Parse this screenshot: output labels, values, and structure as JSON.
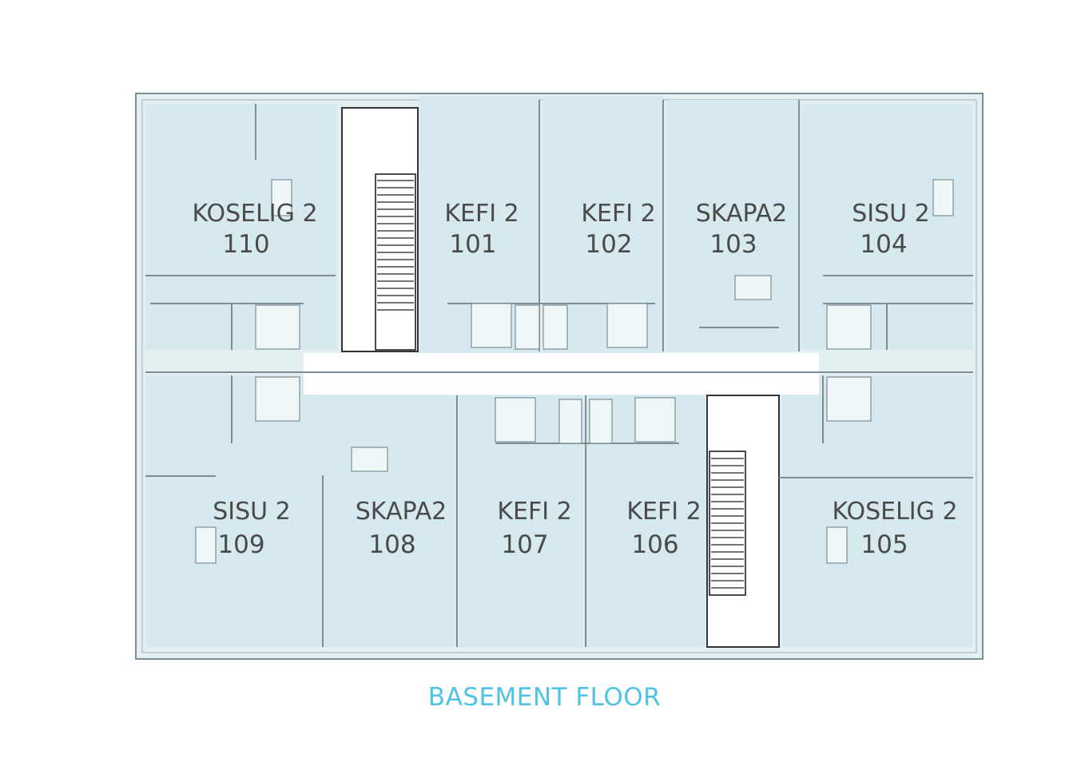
{
  "floor_title": "BASEMENT FLOOR",
  "colors": {
    "room_fill": "#d6e9ee",
    "wall": "#7d8f95",
    "title": "#4fc3e6",
    "label": "#4a4a4a"
  },
  "units": [
    {
      "id": "110",
      "type": "KOSELIG 2",
      "number": "110"
    },
    {
      "id": "101",
      "type": "KEFI 2",
      "number": "101"
    },
    {
      "id": "102",
      "type": "KEFI 2",
      "number": "102"
    },
    {
      "id": "103",
      "type": "SKAPA2",
      "number": "103"
    },
    {
      "id": "104",
      "type": "SISU 2",
      "number": "104"
    },
    {
      "id": "109",
      "type": "SISU 2",
      "number": "109"
    },
    {
      "id": "108",
      "type": "SKAPA2",
      "number": "108"
    },
    {
      "id": "107",
      "type": "KEFI 2",
      "number": "107"
    },
    {
      "id": "106",
      "type": "KEFI 2",
      "number": "106"
    },
    {
      "id": "105",
      "type": "KOSELIG 2",
      "number": "105"
    }
  ]
}
